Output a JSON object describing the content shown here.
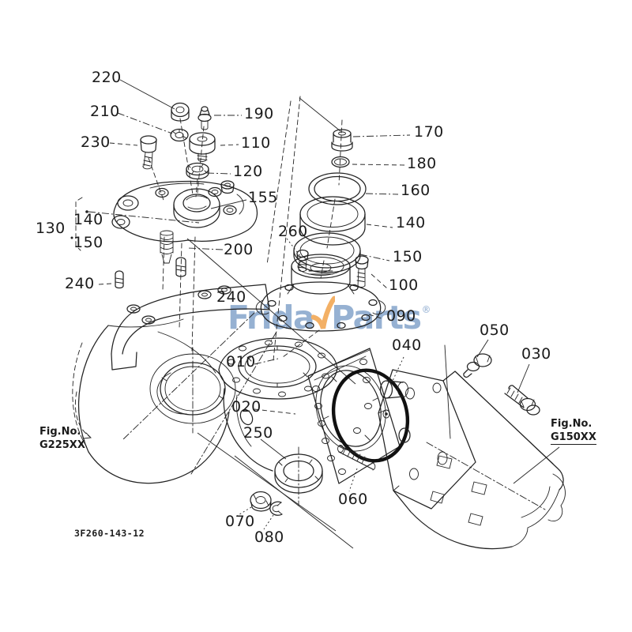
{
  "diagram": {
    "type": "exploded-parts-diagram",
    "ink_color": "#232323",
    "background": "#ffffff"
  },
  "labels": [
    {
      "id": "220",
      "text": "220"
    },
    {
      "id": "210",
      "text": "210"
    },
    {
      "id": "230",
      "text": "230"
    },
    {
      "id": "190",
      "text": "190"
    },
    {
      "id": "110",
      "text": "110"
    },
    {
      "id": "120",
      "text": "120"
    },
    {
      "id": "155",
      "text": "155"
    },
    {
      "id": "130",
      "text": "130"
    },
    {
      "id": "140-left",
      "text": "140"
    },
    {
      "id": "150-left",
      "text": "150"
    },
    {
      "id": "200",
      "text": "200"
    },
    {
      "id": "240-left",
      "text": "240"
    },
    {
      "id": "240-right",
      "text": "240"
    },
    {
      "id": "170",
      "text": "170"
    },
    {
      "id": "180",
      "text": "180"
    },
    {
      "id": "160",
      "text": "160"
    },
    {
      "id": "140-right",
      "text": "140"
    },
    {
      "id": "260",
      "text": "260"
    },
    {
      "id": "150-right",
      "text": "150"
    },
    {
      "id": "100",
      "text": "100"
    },
    {
      "id": "090",
      "text": "090"
    },
    {
      "id": "040",
      "text": "040"
    },
    {
      "id": "050",
      "text": "050"
    },
    {
      "id": "030",
      "text": "030"
    },
    {
      "id": "010",
      "text": "010"
    },
    {
      "id": "020",
      "text": "020"
    },
    {
      "id": "250",
      "text": "250"
    },
    {
      "id": "060",
      "text": "060"
    },
    {
      "id": "070",
      "text": "070"
    },
    {
      "id": "080",
      "text": "080"
    }
  ],
  "figs": {
    "left": {
      "line1": "Fig.No.",
      "line2": "G225XX"
    },
    "right": {
      "line1": "Fig.No.",
      "line2": "G150XX"
    }
  },
  "drawing_no": "3F260-143-12",
  "watermark": {
    "word1": "Frida",
    "word2": "Parts",
    "reg": "®",
    "blue": "#84a4cb",
    "orange": "#f2a34b"
  }
}
